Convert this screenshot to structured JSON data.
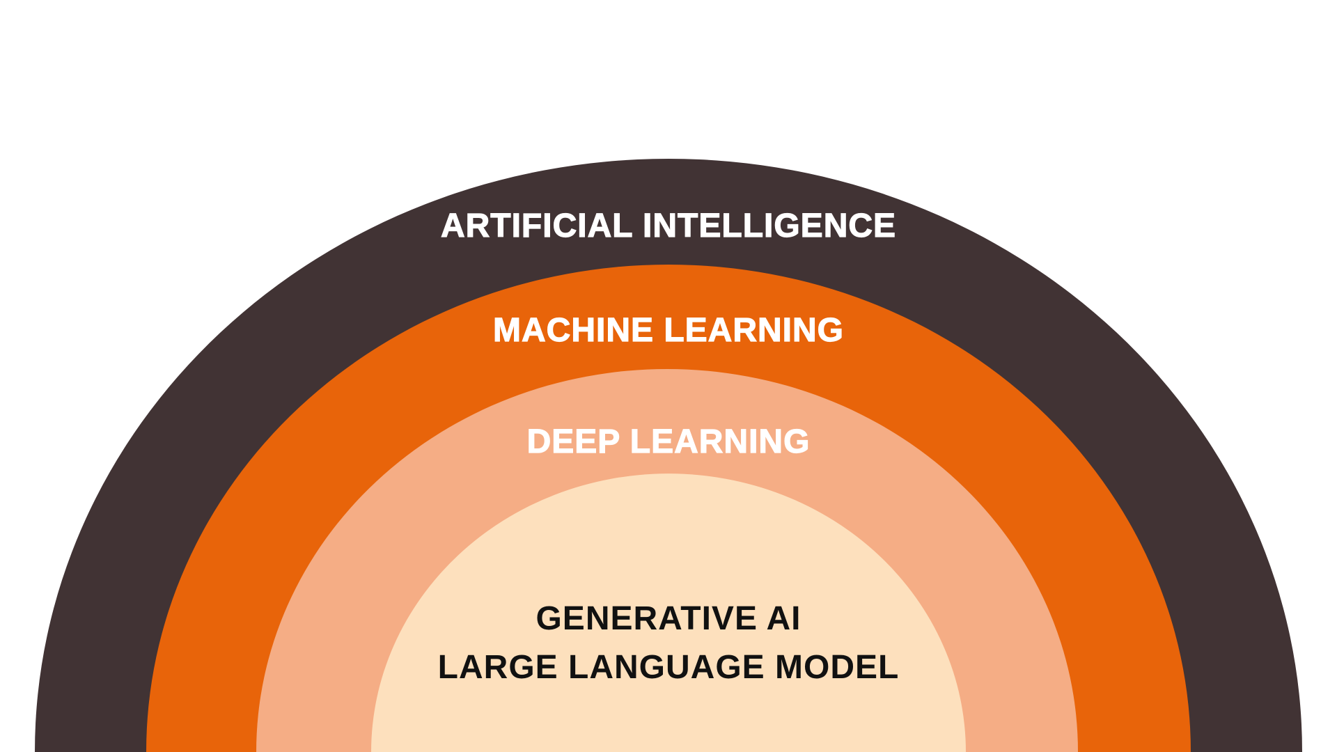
{
  "diagram": {
    "layers": [
      {
        "id": "ai",
        "label": "ARTIFICIAL INTELLIGENCE",
        "color": "#413334",
        "text_color": "#ffffff"
      },
      {
        "id": "ml",
        "label": "MACHINE LEARNING",
        "color": "#e8640a",
        "text_color": "#ffffff"
      },
      {
        "id": "dl",
        "label": "DEEP LEARNING",
        "color": "#f5ad85",
        "text_color": "#ffffff"
      },
      {
        "id": "genai",
        "label_lines": [
          "GENERATIVE AI",
          "LARGE LANGUAGE MODEL"
        ],
        "color": "#fde0bd",
        "text_color": "#111111"
      }
    ]
  }
}
